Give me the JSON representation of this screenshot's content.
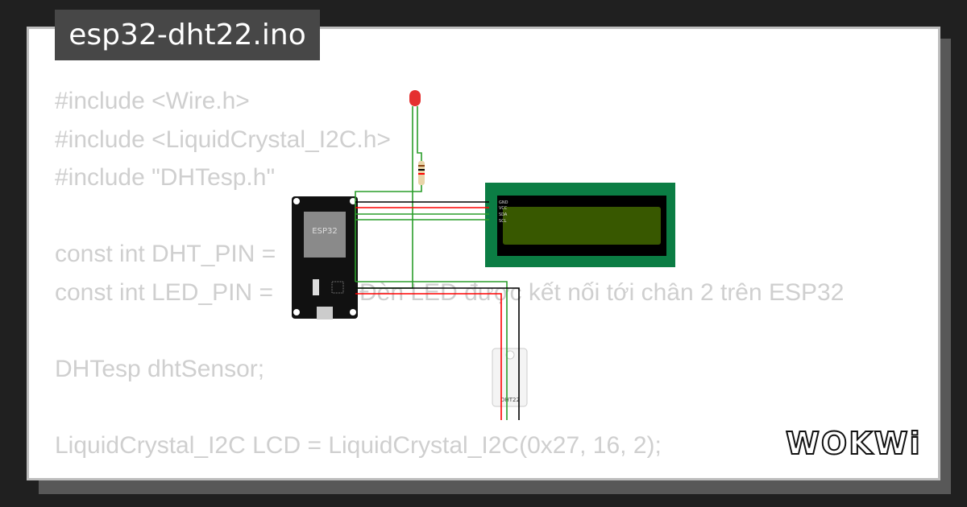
{
  "title": "esp32-dht22.ino",
  "code_lines": [
    "#include <Wire.h>",
    "#include <LiquidCrystal_I2C.h>",
    "#include \"DHTesp.h\"",
    "",
    "const int DHT_PIN =",
    "const int LED_PIN =",
    "",
    "DHTesp dhtSensor;",
    "",
    "LiquidCrystal_I2C LCD = LiquidCrystal_I2C(0x27, 16, 2);"
  ],
  "led_comment": "Đèn LED được kết nối tới chân 2 trên ESP32",
  "diagram": {
    "board_label": "ESP32",
    "lcd_pins": [
      "GND",
      "VCC",
      "SDA",
      "SCL"
    ],
    "sensor_label": "DHT22",
    "wire_colors": {
      "black": "#000000",
      "red": "#ff0000",
      "green": "#2a9d2a"
    },
    "lcd_colors": {
      "pcb": "#0b7d44",
      "screen": "#385800"
    }
  },
  "logo": "WOKWi"
}
